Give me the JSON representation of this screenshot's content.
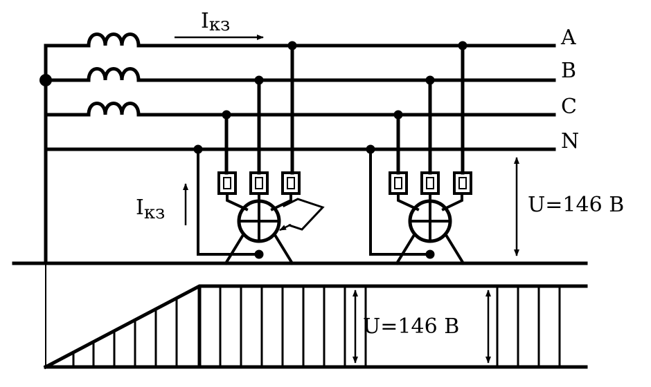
{
  "phases": [
    "A",
    "B",
    "C",
    "N"
  ],
  "fault_current_label": {
    "main": "I",
    "sub": "кз"
  },
  "voltage_label_right": "U=146 B",
  "voltage_label_bottom": "U=146 B"
}
